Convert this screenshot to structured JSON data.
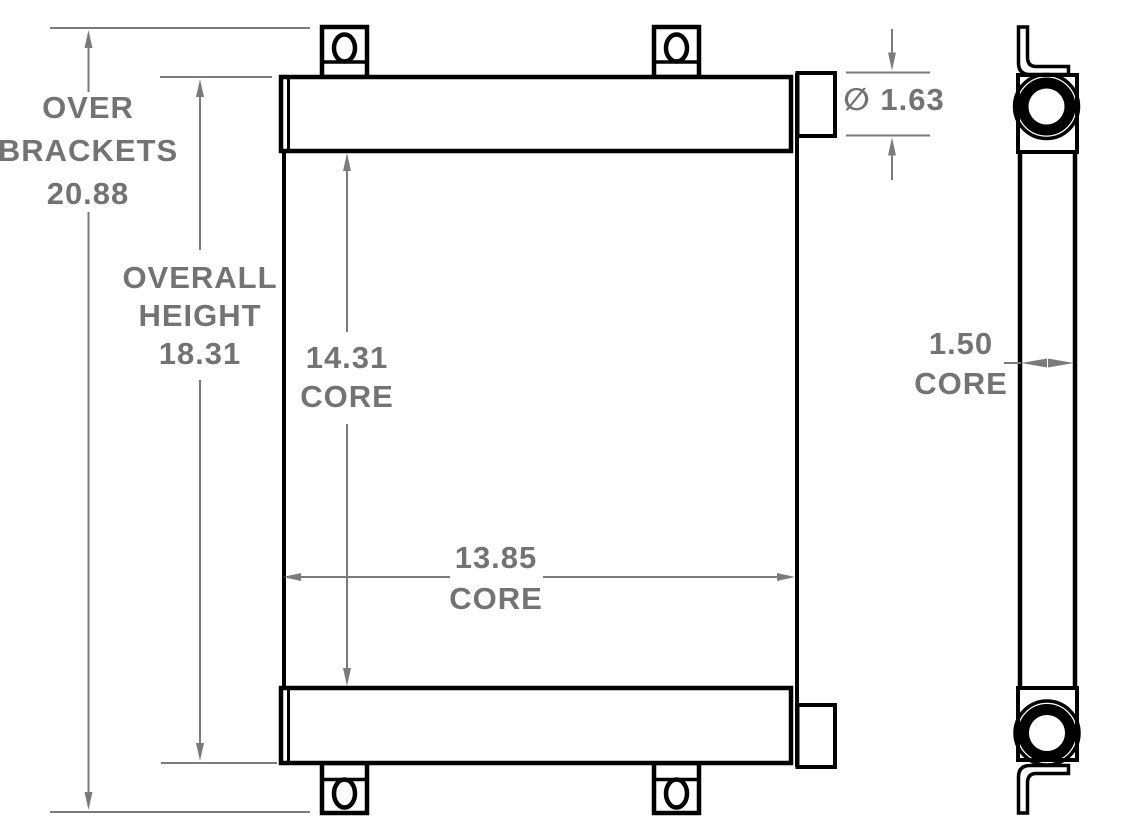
{
  "page": {
    "background": "#ffffff",
    "line_color": "#000000",
    "dimension_color": "#7b7b7b"
  },
  "dimensions": {
    "over_brackets": {
      "word1": "OVER",
      "word2": "BRACKETS",
      "value": "20.88"
    },
    "overall_height": {
      "word1": "OVERALL",
      "word2": "HEIGHT",
      "value": "18.31"
    },
    "core_height": {
      "value": "14.31",
      "label": "CORE"
    },
    "core_width": {
      "value": "13.85",
      "label": "CORE"
    },
    "core_depth": {
      "value": "1.50",
      "label": "CORE"
    },
    "port_diameter": {
      "symbol": "∅",
      "value": "1.63",
      "display": "∅ 1.63"
    }
  }
}
